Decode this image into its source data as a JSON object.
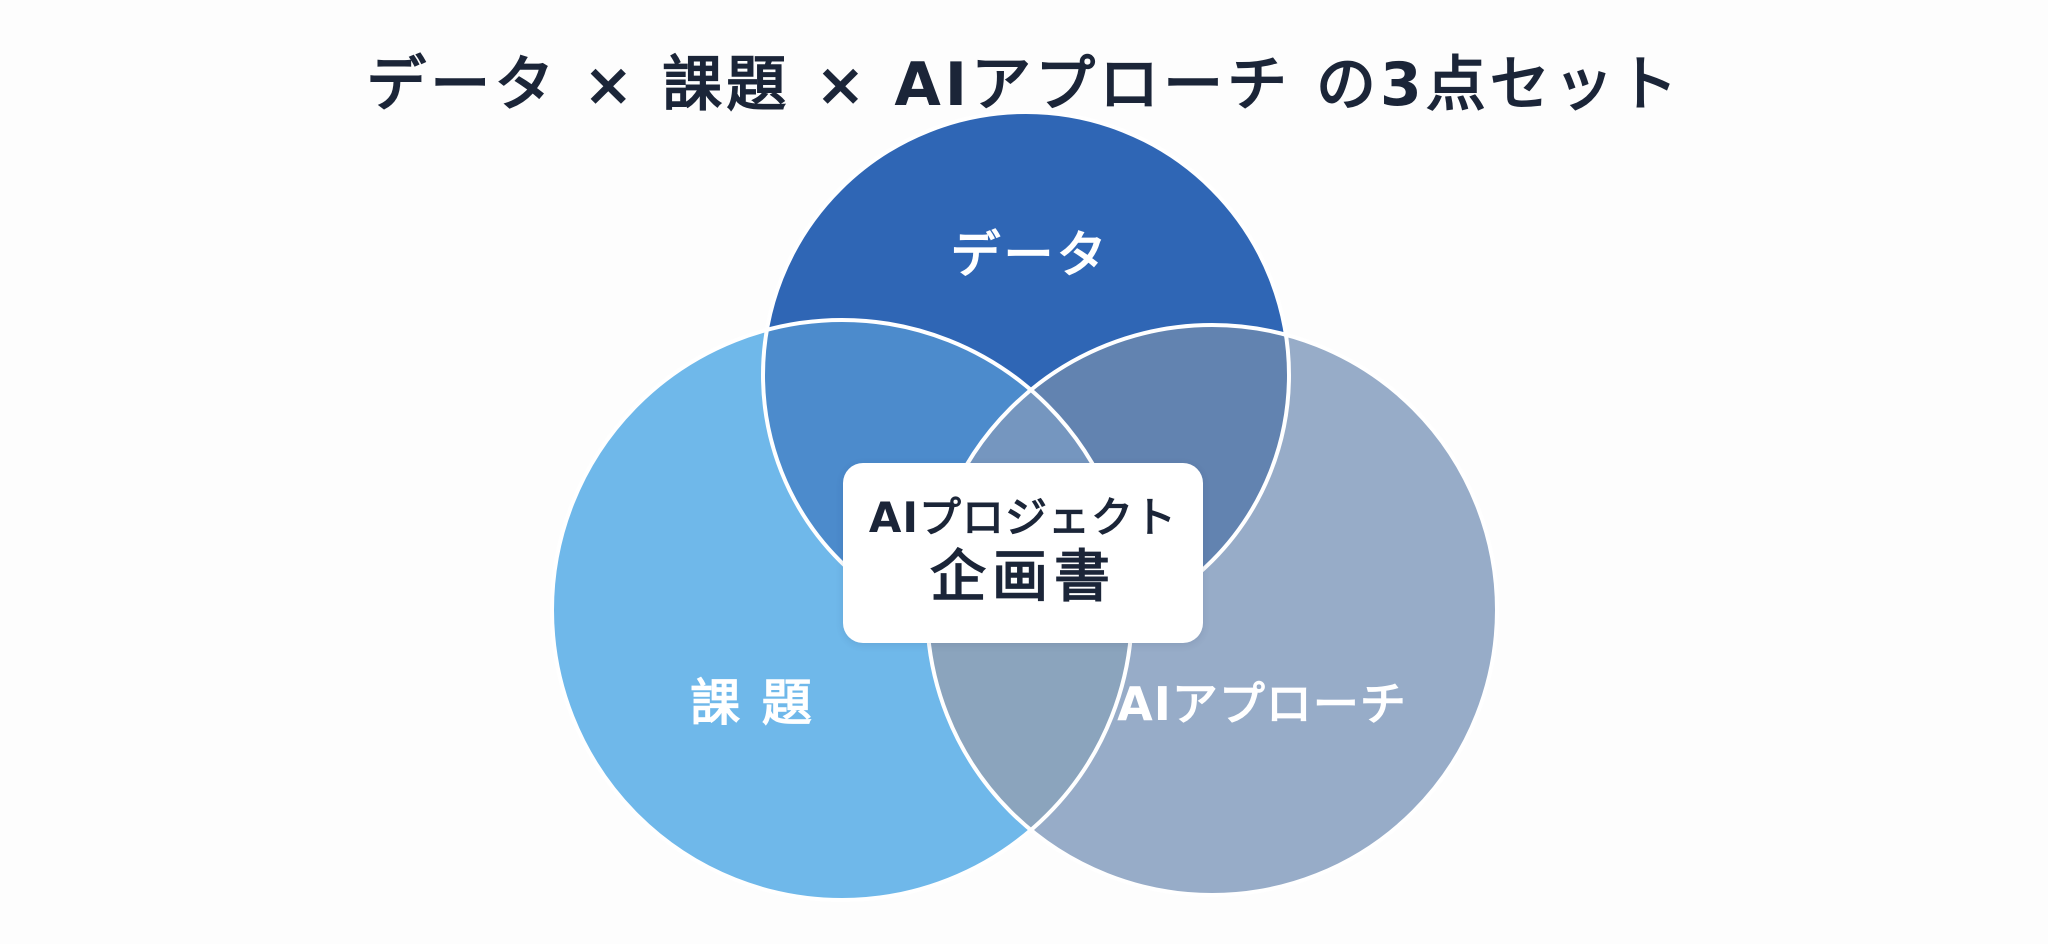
{
  "title": "データ × 課題 × AIアプローチ の3点セット",
  "circles": {
    "data": {
      "label": "データ",
      "color": "#2f66b5"
    },
    "issue": {
      "label": "課 題",
      "color": "#6fb8ea"
    },
    "ai": {
      "label": "AIアプローチ",
      "color": "#97acc8"
    }
  },
  "intersections": {
    "data_issue": "#4c8bcc",
    "data_ai": "#6283b0",
    "issue_ai": "#8ba4bd",
    "all": "#7596bf"
  },
  "center": {
    "line1": "AIプロジェクト",
    "line2": "企画書"
  }
}
